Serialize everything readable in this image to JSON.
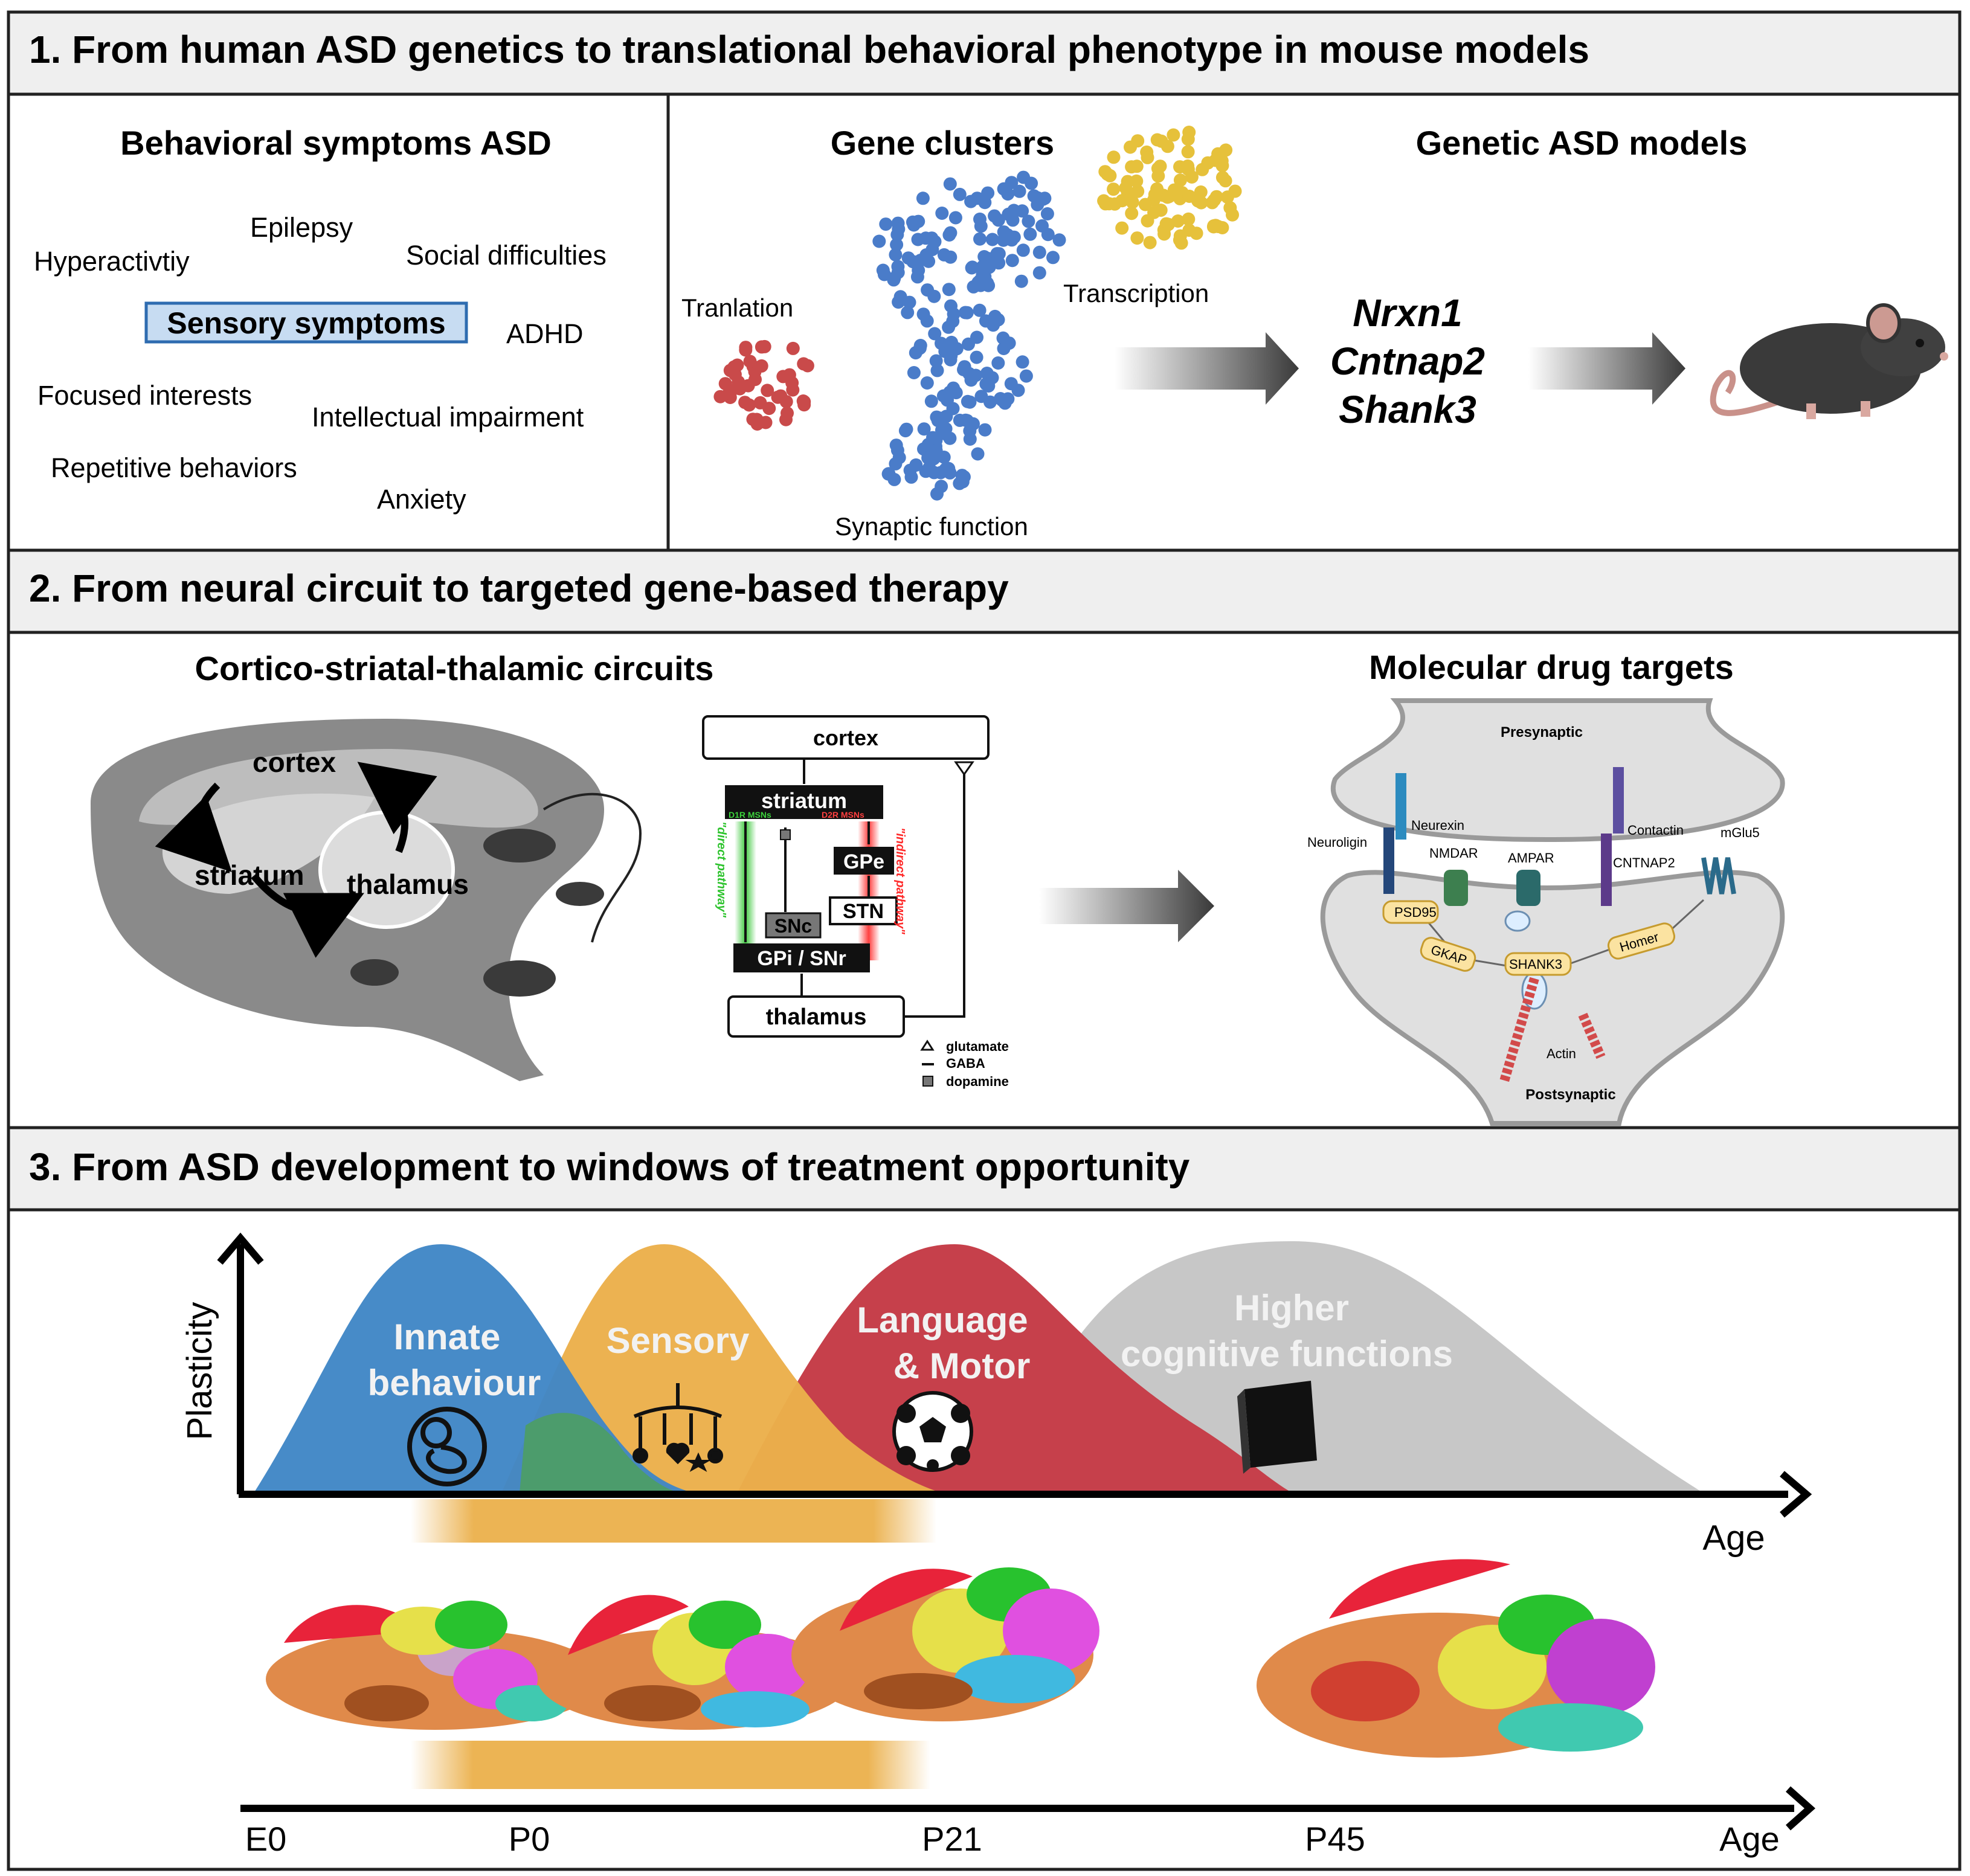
{
  "panels": {
    "p1": {
      "title": "1. From human ASD genetics to translational behavioral phenotype in mouse models",
      "symptoms": {
        "heading": "Behavioral symptoms ASD",
        "items": [
          "Epilepsy",
          "Hyperactivtiy",
          "Social difficulties",
          "ADHD",
          "Focused interests",
          "Intellectual impairment",
          "Repetitive behaviors",
          "Anxiety"
        ],
        "highlight": "Sensory symptoms"
      },
      "genes": {
        "heading": "Gene clusters",
        "labels": [
          "Tranlation",
          "Transcription",
          "Synaptic function"
        ],
        "cluster_colors": {
          "translation": "#c94a4a",
          "transcription": "#e6c13b",
          "synaptic": "#4a7cc9"
        }
      },
      "models": {
        "heading": "Genetic ASD models",
        "genes": [
          "Nrxn1",
          "Cntnap2",
          "Shank3"
        ]
      }
    },
    "p2": {
      "title": "2. From neural circuit to targeted gene-based therapy",
      "circuits": {
        "heading": "Cortico-striatal-thalamic circuits",
        "brain_labels": [
          "cortex",
          "striatum",
          "thalamus"
        ],
        "diagram": {
          "boxes": [
            "cortex",
            "striatum",
            "GPe",
            "STN",
            "SNc",
            "GPi / SNr",
            "thalamus"
          ],
          "d1": "D1R MSNs",
          "d2": "D2R MSNs",
          "direct": "\"direct pathway\"",
          "indirect": "\"indirect pathway\"",
          "legend": [
            "glutamate",
            "GABA",
            "dopamine"
          ]
        }
      },
      "drugs": {
        "heading": "Molecular drug targets",
        "labels": [
          "Presynaptic",
          "Postsynaptic",
          "Neurexin",
          "Neuroligin",
          "NMDAR",
          "AMPAR",
          "Contactin",
          "CNTNAP2",
          "mGlu5",
          "PSD95",
          "GKAP",
          "SHANK3",
          "Homer",
          "Actin"
        ]
      }
    },
    "p3": {
      "title": "3. From ASD development to windows of treatment opportunity",
      "ylabel": "Plasticity",
      "xlabel": "Age",
      "curves": [
        "Innate behaviour",
        "Sensory",
        "Language & Motor",
        "Higher cognitive functions"
      ],
      "curve_colors": [
        "#3f86c6",
        "#ebb04b",
        "#c6404b",
        "#c7c7c7"
      ],
      "timeline": [
        "E0",
        "P0",
        "P21",
        "P45",
        "Age"
      ]
    }
  }
}
